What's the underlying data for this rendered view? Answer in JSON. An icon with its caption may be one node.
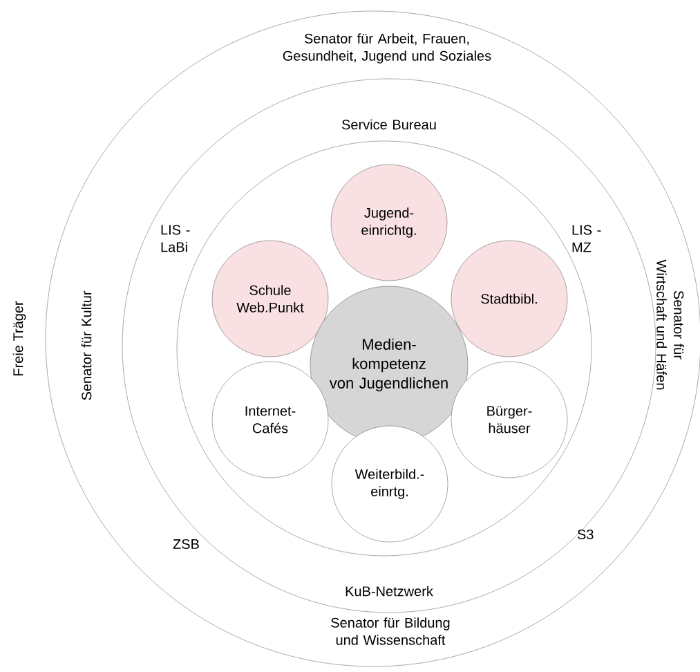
{
  "diagram": {
    "nodes": [
      {
        "text": [
          "Senator für Arbeit, Frauen, Gesundheit, Jugend und Soziales",
          "Senator für Kultur",
          "Senator für Wirtschaft und Häfen",
          "Senator für Bildung und Wissenschaft"
        ]
      },
      {
        "text": [
          "Service Bureau",
          "LIS - LaBi",
          "LIS - MZ",
          "ZSB",
          "S3",
          "KuB-Netzwerk"
        ],
        "in": 0
      },
      {
        "text": [],
        "shape": "circle",
        "in": 1
      },
      {
        "text": [
          "Jugend- einrichtg."
        ],
        "in": 2
      },
      {
        "text": [
          "Schule Web.Punkt"
        ],
        "in": 2
      },
      {
        "text": [
          "Stadtbibl."
        ],
        "in": 2
      },
      {
        "text": [
          "Medien- kompetenz von Jugendlichen"
        ],
        "in": 2
      },
      {
        "text": [
          "Internet- Cafés"
        ],
        "in": 2
      },
      {
        "text": [
          "Bürger- häuser"
        ],
        "in": 2
      },
      {
        "text": [
          "Weiterbild.- einrtg."
        ],
        "in": 2
      }
    ],
    "labels": [
      "Freie Träger"
    ]
  }
}
